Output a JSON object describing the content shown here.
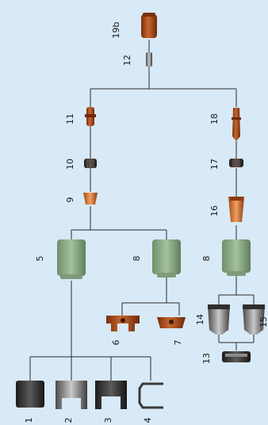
{
  "diagram": {
    "background": "#d8e9f7",
    "line_color": "#2b2b2b",
    "part_labels": {
      "p19b": "19b",
      "p12": "12",
      "p11": "11",
      "p10": "10",
      "p9": "9",
      "p18": "18",
      "p17": "17",
      "p16": "16",
      "p5": "5",
      "p8a": "8",
      "p8b": "8",
      "p6": "6",
      "p7": "7",
      "p14": "14",
      "p15": "15",
      "p13": "13",
      "p1": "1",
      "p2": "2",
      "p3": "3",
      "p4": "4"
    },
    "colors": {
      "copper": "#b8541e",
      "copper_dark": "#7a2f0c",
      "ceramic_green": "#8fae89",
      "steel": "#9a9a9a",
      "steel_dark": "#3a3a3a",
      "brass": "#c9a25a"
    }
  }
}
